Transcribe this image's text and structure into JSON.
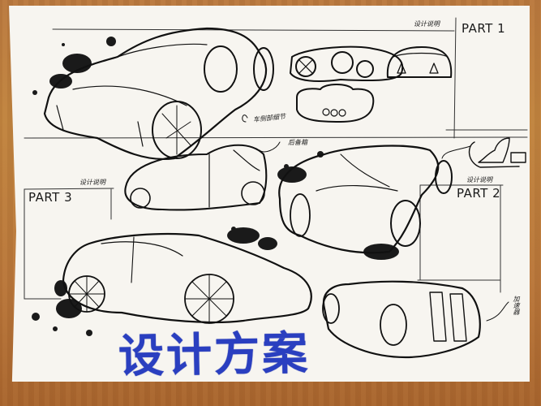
{
  "scene": {
    "description": "Hand-drawn car design sketch sheet on a wooden table",
    "background": {
      "name": "wooden-table",
      "color": "#b97a3e"
    },
    "paper": {
      "color": "#f7f5f0"
    }
  },
  "title": {
    "text": "设计方案",
    "color": "#2a3fc0"
  },
  "sections": [
    {
      "id": "part1",
      "title": "PART 1",
      "note": "设计说明"
    },
    {
      "id": "part2",
      "title": "PART 2",
      "note": "设计说明"
    },
    {
      "id": "part3",
      "title": "PART 3",
      "note": "设计说明"
    }
  ],
  "annotations": [
    {
      "id": "side-detail",
      "text": "车侧部细节"
    },
    {
      "id": "trunk",
      "text": "后备箱"
    },
    {
      "id": "accelerator",
      "text": "加速器"
    }
  ],
  "sketches": [
    {
      "id": "car-top-left",
      "name": "futuristic-car-three-quarter-view"
    },
    {
      "id": "car-side-wheels",
      "name": "car-side-panel-detail"
    },
    {
      "id": "car-front",
      "name": "car-front-view"
    },
    {
      "id": "car-rear",
      "name": "car-rear-view"
    },
    {
      "id": "car-middle",
      "name": "compact-car-side-view"
    },
    {
      "id": "car-center-right",
      "name": "car-perspective-view"
    },
    {
      "id": "seat-detail",
      "name": "seat-interior-detail"
    },
    {
      "id": "car-bottom-left",
      "name": "suv-perspective-view"
    },
    {
      "id": "car-bottom-right",
      "name": "car-rear-perspective-view"
    }
  ],
  "colors": {
    "ink": "#111111",
    "title_blue": "#2a3fc0",
    "wood": "#b97a3e",
    "paper": "#f7f5f0"
  }
}
